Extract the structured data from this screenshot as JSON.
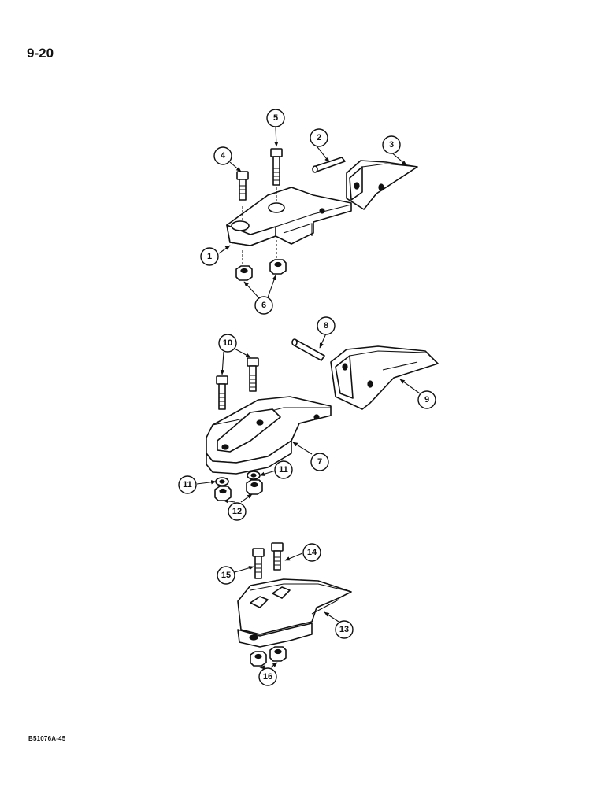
{
  "page": {
    "number": "9-20",
    "figure_code": "B51076A-45"
  },
  "callouts": [
    "1",
    "2",
    "3",
    "4",
    "5",
    "6",
    "7",
    "8",
    "9",
    "10",
    "11",
    "11",
    "12",
    "13",
    "14",
    "15",
    "16"
  ]
}
